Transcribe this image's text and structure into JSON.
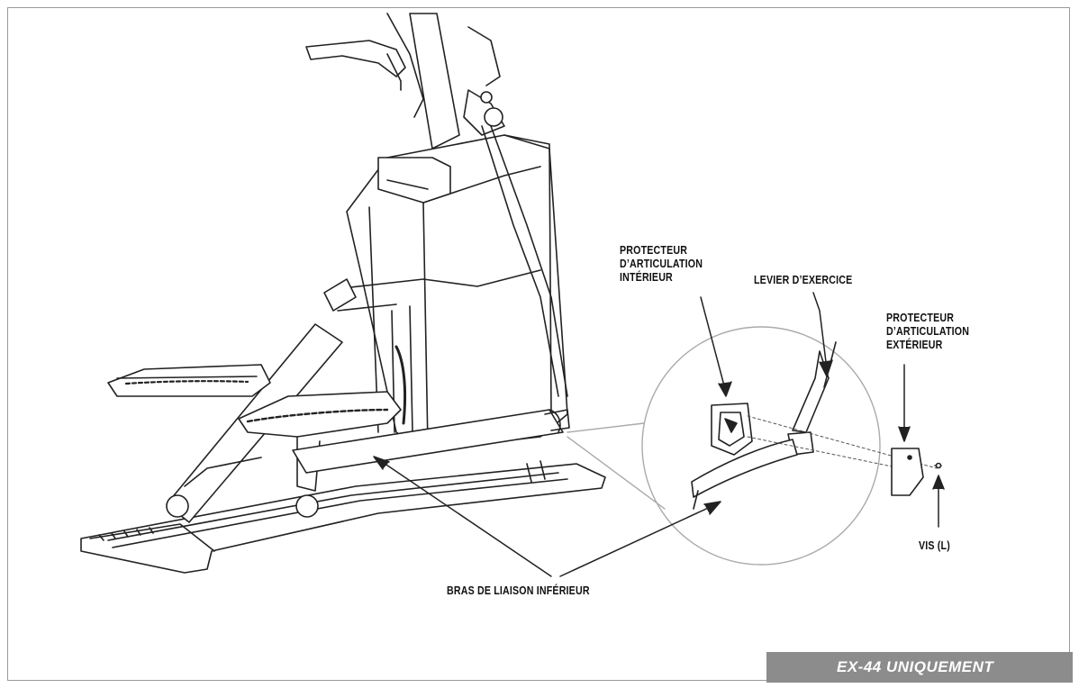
{
  "labels": {
    "inner_protector": [
      "PROTECTEUR",
      "D’ARTICULATION",
      "INTÉRIEUR"
    ],
    "exercise_lever": "LEVIER D’EXERCICE",
    "outer_protector": [
      "PROTECTEUR",
      "D’ARTICULATION",
      "EXTÉRIEUR"
    ],
    "screw": "VIS (L)",
    "lower_link_arm": "BRAS DE LIAISON INFÉRIEUR"
  },
  "badge": "EX-44 UNIQUEMENT",
  "colors": {
    "line": "#222222",
    "badge_bg": "#8c8c8c",
    "badge_text": "#ffffff"
  }
}
